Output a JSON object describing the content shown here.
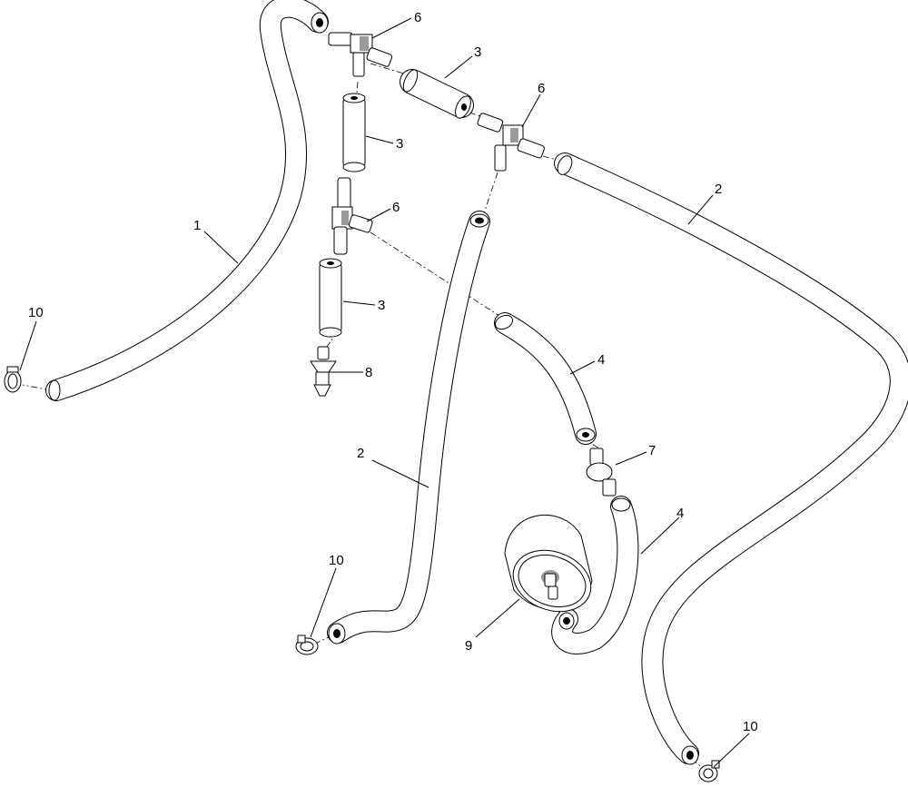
{
  "callouts": [
    {
      "id": "callout-1",
      "label": "1"
    },
    {
      "id": "callout-2-right",
      "label": "2"
    },
    {
      "id": "callout-2-lower",
      "label": "2"
    },
    {
      "id": "callout-3-top",
      "label": "3"
    },
    {
      "id": "callout-3-mid",
      "label": "3"
    },
    {
      "id": "callout-3-low",
      "label": "3"
    },
    {
      "id": "callout-4-upper",
      "label": "4"
    },
    {
      "id": "callout-4-lower",
      "label": "4"
    },
    {
      "id": "callout-6-top",
      "label": "6"
    },
    {
      "id": "callout-6-right",
      "label": "6"
    },
    {
      "id": "callout-6-mid",
      "label": "6"
    },
    {
      "id": "callout-7",
      "label": "7"
    },
    {
      "id": "callout-8",
      "label": "8"
    },
    {
      "id": "callout-9",
      "label": "9"
    },
    {
      "id": "callout-10-left",
      "label": "10"
    },
    {
      "id": "callout-10-mid",
      "label": "10"
    },
    {
      "id": "callout-10-right",
      "label": "10"
    }
  ],
  "colors": {
    "line": "#000000",
    "background": "#ffffff",
    "shading": "#9a9a9a"
  }
}
